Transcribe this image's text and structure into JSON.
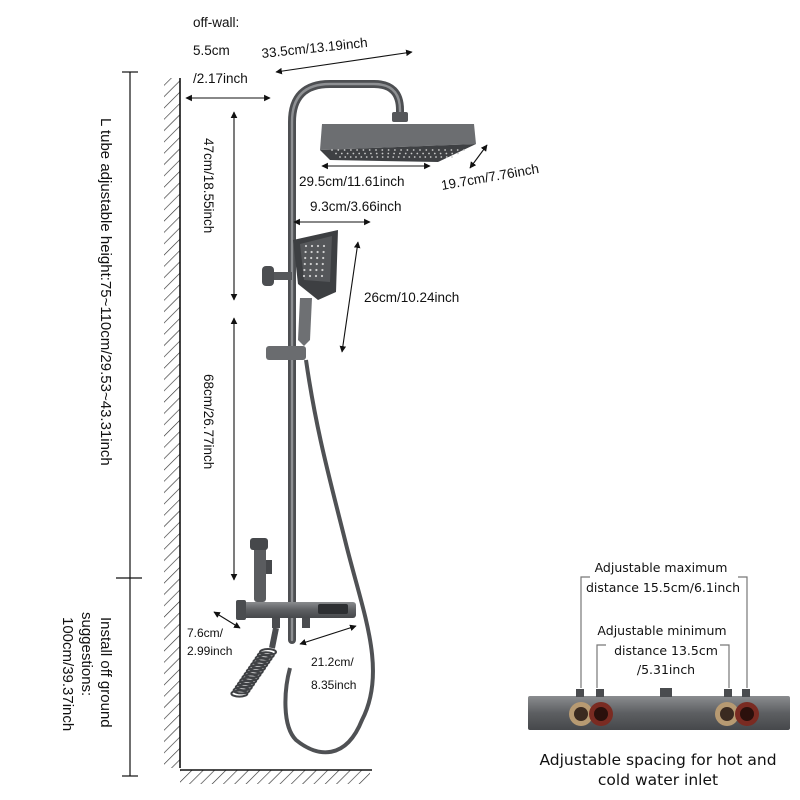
{
  "diagram": {
    "off_wall": {
      "title": "off-wall:",
      "value_cm": "5.5cm",
      "value_in": "/2.17inch"
    },
    "arm_length": "33.5cm/13.19inch",
    "head_width": "29.5cm/11.61inch",
    "head_depth": "19.7cm/7.76inch",
    "handheld_width": "9.3cm/3.66inch",
    "handheld_length": "26cm/10.24inch",
    "upper_rail": "47cm/18.55inch",
    "lower_rail": "68cm/26.77inch",
    "l_tube": "L tube adjustable height:75~110cm/29.53~43.31inch",
    "install": {
      "line1": "Install off ground",
      "line2": "suggestions:",
      "line3": "100cm/39.37inch"
    },
    "spout": {
      "line1": "7.6cm/",
      "line2": "2.99inch"
    },
    "shelf": {
      "line1": "21.2cm/",
      "line2": "8.35inch"
    }
  },
  "inset": {
    "max_label": {
      "line1": "Adjustable maximum",
      "line2": "distance 15.5cm/6.1inch"
    },
    "min_label": {
      "line1": "Adjustable minimum",
      "line2": "distance 13.5cm",
      "line3": "/5.31inch"
    },
    "caption": {
      "line1": "Adjustable spacing for hot and",
      "line2": "cold water inlet"
    }
  },
  "colors": {
    "metal": "#5b5d60",
    "metal_dark": "#3f4144",
    "head_face": "#4a4c4f",
    "nozzle": "#c9c9c9",
    "hot_inlet": "#7a2b22",
    "cold_inlet": "#9a7a55",
    "line": "#1a1a1a"
  }
}
